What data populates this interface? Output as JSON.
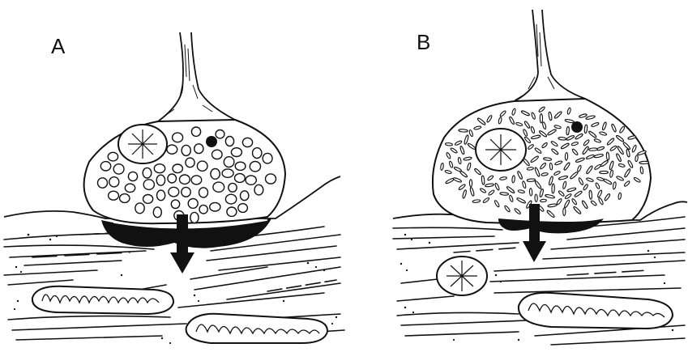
{
  "panels": [
    {
      "label": "A",
      "vesicle_shape": "round"
    },
    {
      "label": "B",
      "vesicle_shape": "elongated"
    }
  ],
  "colors": {
    "ink": "#111111",
    "background": "#ffffff"
  }
}
